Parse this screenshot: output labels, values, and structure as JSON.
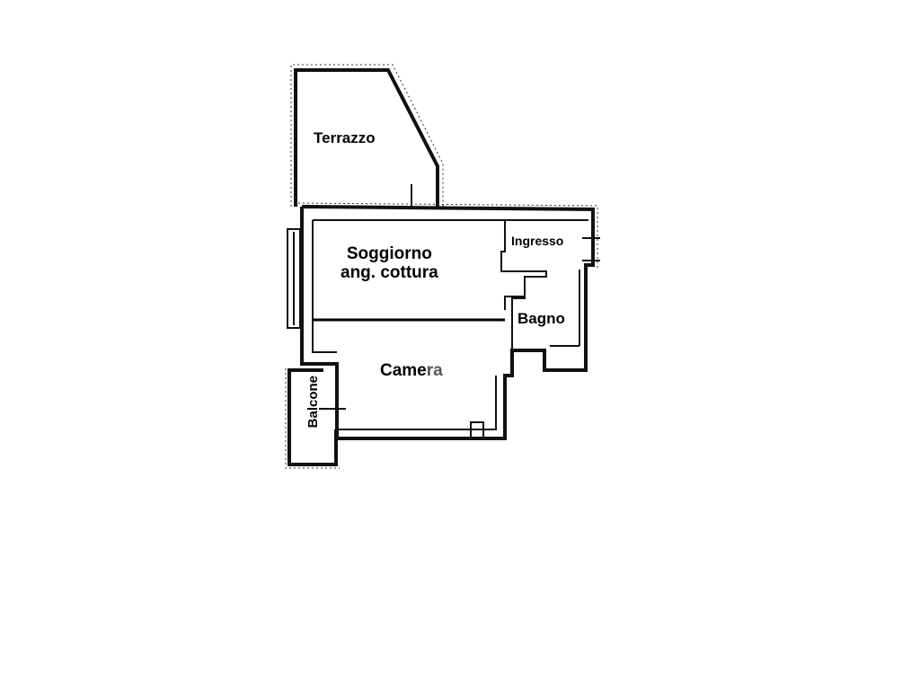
{
  "rooms": {
    "terrazzo": "Terrazzo",
    "soggiorno_line1": "Soggiorno",
    "soggiorno_line2": "ang. cottura",
    "ingresso": "Ingresso",
    "bagno": "Bagno",
    "camera_main": "Came",
    "camera_tail": "ra",
    "balcone": "Balcone"
  }
}
